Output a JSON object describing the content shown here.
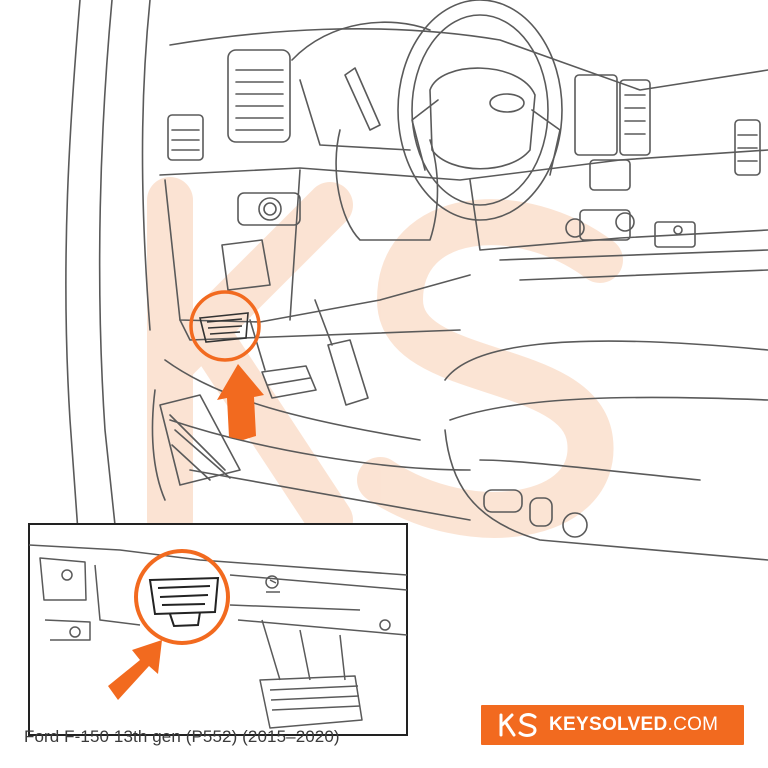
{
  "caption": "Ford F-150 13th gen (P552) (2015–2020)",
  "brand": {
    "name_bold": "KEYSOLVED",
    "name_light": ".COM",
    "logo_letters": "KS",
    "badge_color": "#f26a1f"
  },
  "colors": {
    "accent": "#f26a1f",
    "line": "#555555",
    "watermark": "#fbe3d3"
  },
  "icons": {
    "pointer": "arrow-up-right-icon",
    "highlight": "circle-highlight"
  }
}
